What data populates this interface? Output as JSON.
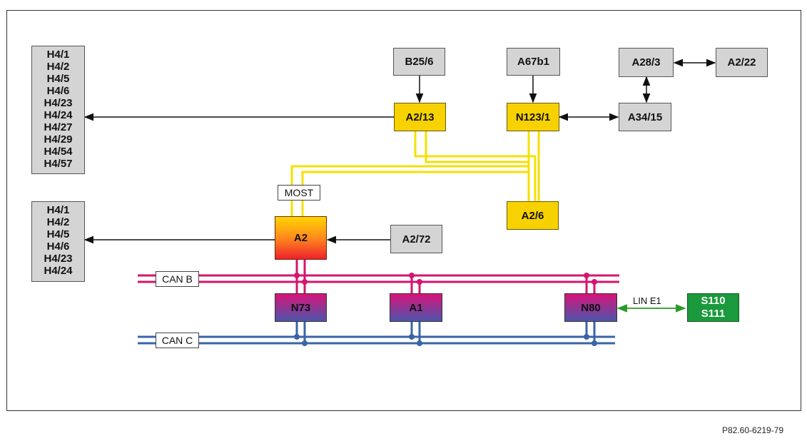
{
  "groups": {
    "left_top": [
      "H4/1",
      "H4/2",
      "H4/5",
      "H4/6",
      "H4/23",
      "H4/24",
      "H4/27",
      "H4/29",
      "H4/54",
      "H4/57"
    ],
    "left_bottom": [
      "H4/1",
      "H4/2",
      "H4/5",
      "H4/6",
      "H4/23",
      "H4/24"
    ]
  },
  "components": {
    "b25_6": "B25/6",
    "a67b1": "A67b1",
    "a28_3": "A28/3",
    "a2_22": "A2/22",
    "a2_13": "A2/13",
    "n123_1": "N123/1",
    "a34_15": "A34/15",
    "a2_6": "A2/6",
    "a2": "A2",
    "a2_72": "A2/72",
    "n73": "N73",
    "a1": "A1",
    "n80": "N80",
    "s110": "S110",
    "s111": "S111"
  },
  "bus_labels": {
    "most": "MOST",
    "can_b": "CAN B",
    "can_c": "CAN C",
    "lin_e1": "LIN E1"
  },
  "colors": {
    "most": "#f5e000",
    "can_b": "#d4146e",
    "can_c": "#3a64a8",
    "lin": "#2a9a2a",
    "arrow": "#111111"
  },
  "reference": "P82.60-6219-79"
}
